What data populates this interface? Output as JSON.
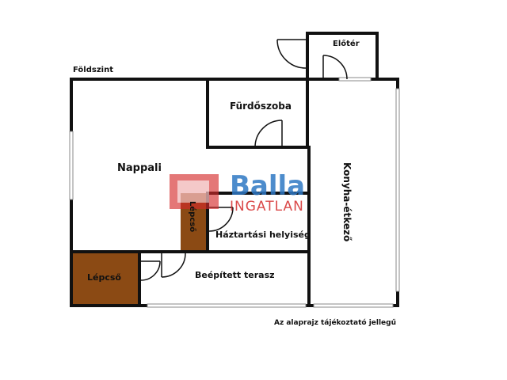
{
  "floor_label": "Földszint",
  "rooms": {
    "eloter": "Előtér",
    "furdoszoba": "Fürdőszoba",
    "nappali": "Nappali",
    "konyha": "Konyha-étkező",
    "lepcso_inner": "Lépcső",
    "haztartasi": "Háztartási helyiség",
    "lepcso_outer": "Lépcső",
    "terasz": "Beépített terasz"
  },
  "disclaimer": "Az alaprajz tájékoztató jellegű",
  "watermark": {
    "brand": "Balla",
    "sub": "INGATLAN"
  },
  "colors": {
    "wall": "#111111",
    "stair_fill": "#8b4a14",
    "watermark_red": "#d42a2a",
    "watermark_blue": "#2e78c4"
  }
}
